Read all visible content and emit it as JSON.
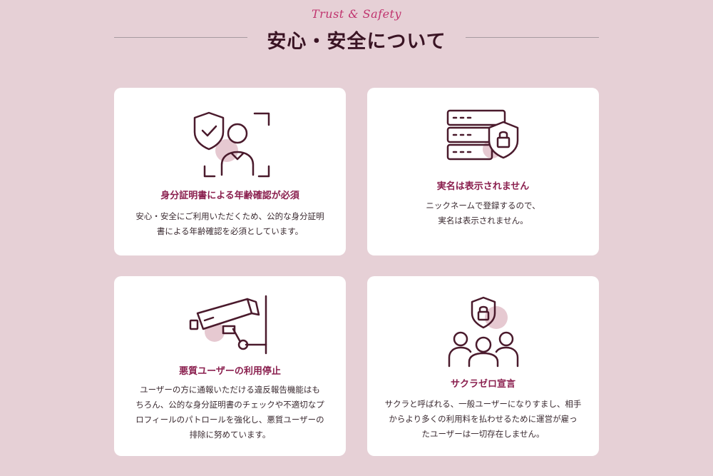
{
  "header": {
    "subtitle": "Trust & Safety",
    "title": "安心・安全について"
  },
  "cards": [
    {
      "title": "身分証明書による年齢確認が必須",
      "desc_lines": [
        "安心・安全にご利用いただくため、公的な身分証明",
        "書による年齢確認を必須としています。"
      ],
      "icon": "id-verification-icon"
    },
    {
      "title": "実名は表示されません",
      "desc_lines": [
        "ニックネームで登録するので、",
        "実名は表示されません。"
      ],
      "icon": "server-lock-icon"
    },
    {
      "title": "悪質ユーザーの利用停止",
      "desc_lines": [
        "ユーザーの方に通報いただける違反報告機能はも",
        "ちろん、公的な身分証明書のチェックや不適切なプ",
        "ロフィールのパトロールを強化し、悪質ユーザーの",
        "排除に努めています。"
      ],
      "icon": "security-camera-icon"
    },
    {
      "title": "サクラゼロ宣言",
      "desc_lines": [
        "サクラと呼ばれる、一般ユーザーになりすまし、相手",
        "からより多くの利用料を払わせるために運営が雇っ",
        "たユーザーは一切存在しません。"
      ],
      "icon": "user-group-lock-icon"
    }
  ],
  "colors": {
    "background": "#e6d0d6",
    "accent": "#c0336e",
    "title": "#3a1424",
    "card_title": "#8a1f4e",
    "icon_stroke": "#4a1a2c",
    "icon_blob": "#e6c9d1"
  }
}
